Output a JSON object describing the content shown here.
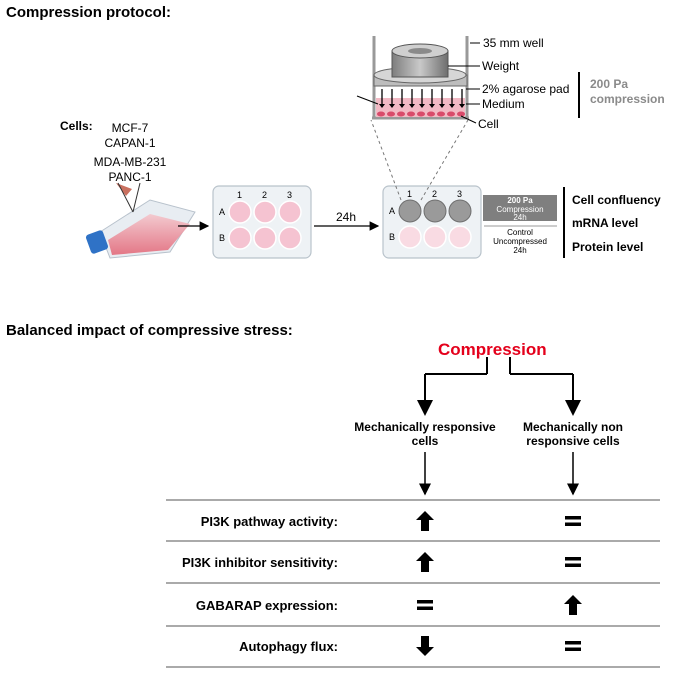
{
  "protocol": {
    "title": "Compression protocol:",
    "cells_label": "Cells:",
    "cell_lines": [
      "MCF-7",
      "CAPAN-1",
      "MDA-MB-231",
      "PANC-1"
    ],
    "plate_cols": [
      "1",
      "2",
      "3"
    ],
    "plate_rows": [
      "A",
      "B"
    ],
    "arrow_label": "24h",
    "well_labels": {
      "well": "35 mm well",
      "weight": "Weight",
      "agarose": "2% agarose pad",
      "medium": "Medium",
      "cell": "Cell"
    },
    "pressure_note": [
      "200 Pa",
      "compression"
    ],
    "compression_box": [
      "200 Pa",
      "Compression",
      "24h"
    ],
    "control_box": [
      "Control",
      "Uncompressed",
      "24h"
    ],
    "readouts": [
      "Cell confluency",
      "mRNA level",
      "Protein level"
    ]
  },
  "impact": {
    "title": "Balanced impact of compressive stress:",
    "root": "Compression",
    "root_color": "#e4001b",
    "branches": [
      "Mechanically responsive cells",
      "Mechanically non responsive cells"
    ],
    "rows": [
      {
        "label": "PI3K pathway activity:",
        "responsive": "up",
        "non_responsive": "equal"
      },
      {
        "label": "PI3K inhibitor sensitivity:",
        "responsive": "up",
        "non_responsive": "equal"
      },
      {
        "label": "GABARAP expression:",
        "responsive": "equal",
        "non_responsive": "up"
      },
      {
        "label": "Autophagy flux:",
        "responsive": "down",
        "non_responsive": "equal"
      }
    ]
  }
}
